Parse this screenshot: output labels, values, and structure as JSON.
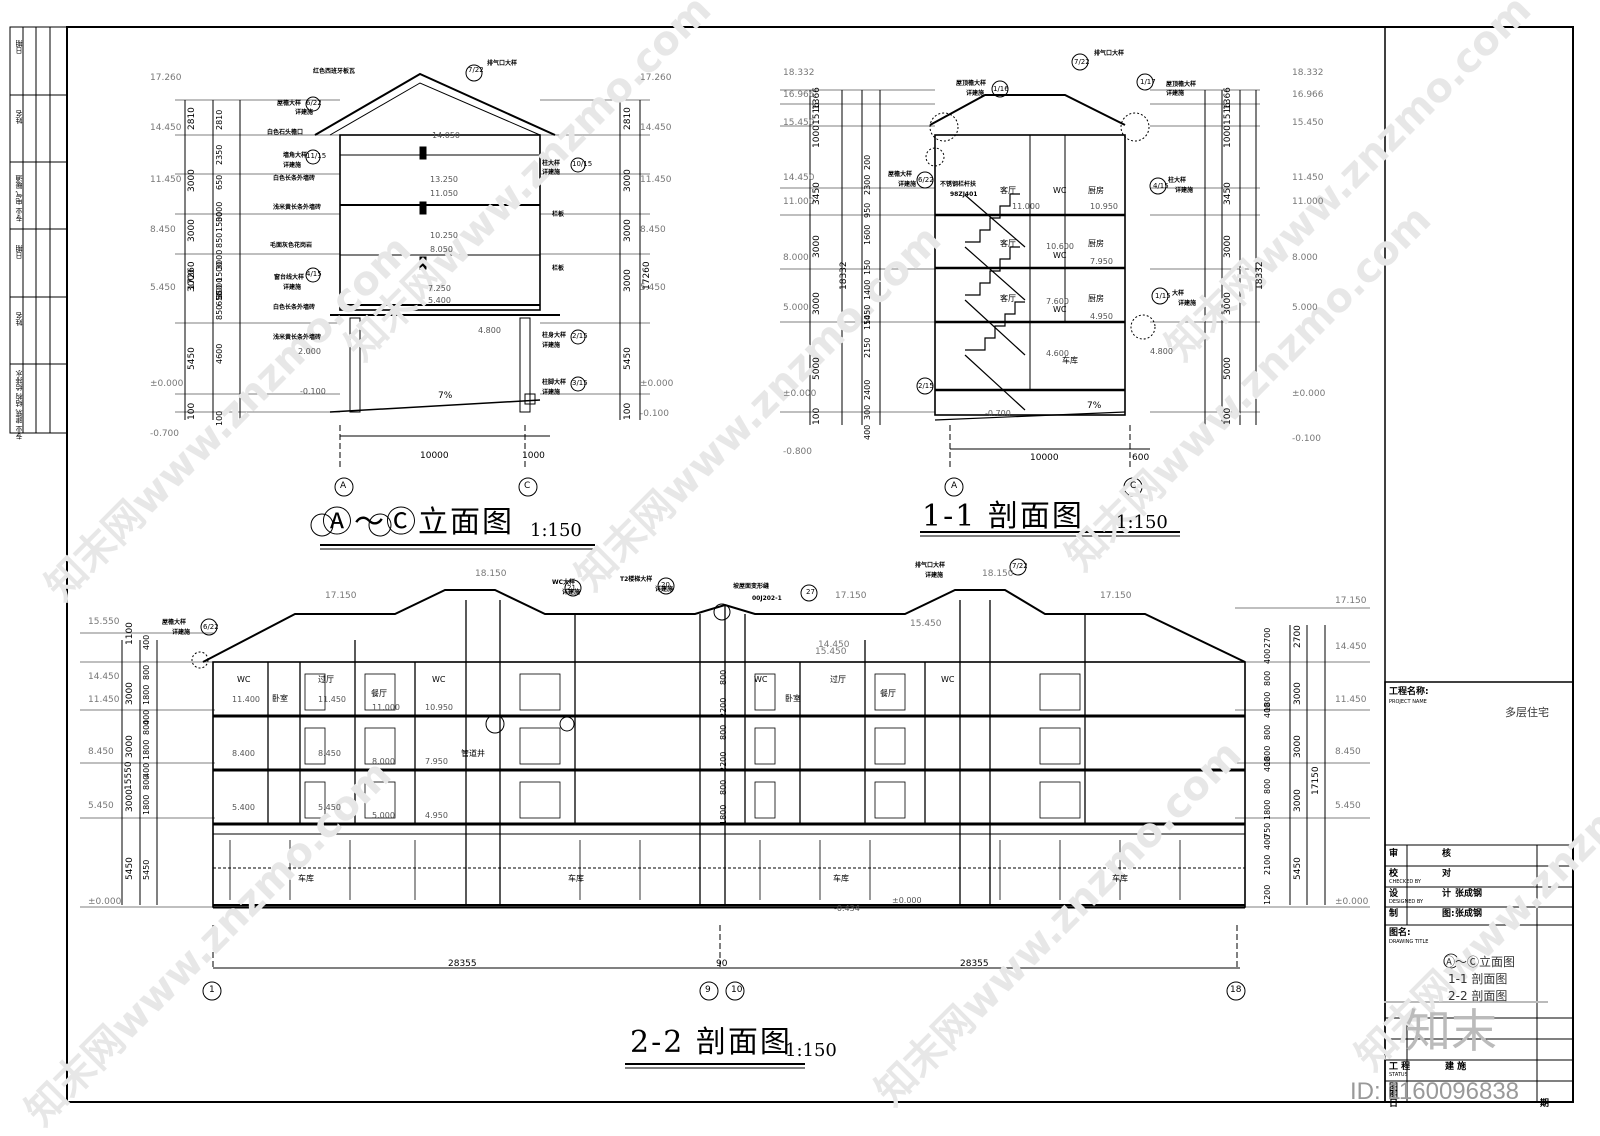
{
  "drawings": {
    "elevation_ac": {
      "title": "Ⓐ～Ⓒ立面图",
      "scale": "1:150"
    },
    "section_11": {
      "title": "1-1 剖面图",
      "scale": "1:150"
    },
    "section_22": {
      "title": "2-2 剖面图",
      "scale": "1:150"
    }
  },
  "elevation_ac_labels": {
    "levels_left": [
      "17.260",
      "14.450",
      "11.450",
      "8.450",
      "5.450",
      "±0.000",
      "-0.700"
    ],
    "levels_right": [
      "17.260",
      "14.450",
      "11.450",
      "8.450",
      "5.450",
      "±0.000",
      "-0.100"
    ],
    "dims_outer": [
      "2810",
      "3000",
      "3000",
      "3000",
      "5450",
      "100"
    ],
    "dims_inner": [
      "2810",
      "2350",
      "650",
      "3000",
      "1500",
      "850",
      "3000",
      "1500",
      "850",
      "3000",
      "650",
      "850",
      "4600",
      "100"
    ],
    "total": "17260",
    "bottom_dims": [
      "10000",
      "1000"
    ],
    "axes": [
      "A",
      "C"
    ],
    "notes": [
      "红色西班牙板瓦",
      "屋檐大样",
      "详建施",
      "白色石头檐口",
      "墙角大样",
      "详建施",
      "白色长条外墙砖",
      "浅米黄长条外墙砖",
      "毛面灰色花岗岩",
      "窗台线大样",
      "详建施",
      "白色长条外墙砖",
      "浅米黄长条外墙砖"
    ],
    "right_notes": [
      "排气口大样",
      "柱大样",
      "详建施",
      "栏板",
      "栏板",
      "柱身大样",
      "详建施",
      "柱脚大样",
      "详建施"
    ],
    "detail_refs": [
      "7/22",
      "6/22",
      "11/15",
      "4/15",
      "10/15",
      "2/15",
      "3/15"
    ],
    "inner_levels": [
      "14.050",
      "13.250",
      "11.050",
      "10.250",
      "8.050",
      "7.250",
      "5.400",
      "4.800",
      "2.000",
      "-0.100"
    ],
    "slope": "7%"
  },
  "section_11_labels": {
    "levels_left": [
      "18.332",
      "16.966",
      "15.450",
      "14.450",
      "11.000",
      "8.000",
      "5.000",
      "±0.000",
      "-0.800"
    ],
    "levels_right": [
      "18.332",
      "16.966",
      "15.450",
      "11.450",
      "11.000",
      "8.000",
      "5.000",
      "±0.000",
      "-0.100"
    ],
    "dims_outer": [
      "1366",
      "1516",
      "1000",
      "3450",
      "3000",
      "3000",
      "5000",
      "100"
    ],
    "dims_inner": [
      "200",
      "2300",
      "950",
      "1600",
      "150",
      "1400",
      "1450",
      "150",
      "2150",
      "2400",
      "300",
      "400"
    ],
    "total": "18332",
    "bottom_dims": [
      "10000",
      "600"
    ],
    "axes": [
      "A",
      "C"
    ],
    "rooms": [
      "客厅",
      "WC",
      "厨房",
      "客厅",
      "WC",
      "厨房",
      "客厅",
      "WC",
      "厨房",
      "车库"
    ],
    "room_levels": [
      "11.000",
      "10.950",
      "10.600",
      "7.950",
      "7.600",
      "4.950",
      "4.600",
      "4.800",
      "-0.700"
    ],
    "notes": [
      "屋顶檐大样",
      "详建施",
      "排气口大样",
      "屋顶檐大样",
      "详建施",
      "屋檐大样",
      "详建施",
      "不锈钢栏杆扶",
      "98ZJ401",
      "柱大样",
      "详建施",
      "大样",
      "详建施"
    ],
    "detail_refs": [
      "1/16",
      "7/22",
      "1/17",
      "6/22",
      "4/15",
      "1/15",
      "2/15"
    ],
    "slope": "7%"
  },
  "section_22_labels": {
    "levels_left": [
      "15.550",
      "14.450",
      "11.450",
      "8.450",
      "5.450",
      "±0.000"
    ],
    "levels_right": [
      "17.150",
      "14.450",
      "11.450",
      "8.450",
      "5.450",
      "±0.000"
    ],
    "roof_levels": [
      "18.150",
      "17.150",
      "18.150",
      "17.150",
      "15.450",
      "14.450",
      "15.450",
      "17.150"
    ],
    "dims_outer_left": [
      "1100",
      "3000",
      "3000",
      "3000",
      "5450"
    ],
    "dims_inner_left": [
      "400",
      "800",
      "1800",
      "400",
      "800",
      "1800",
      "400",
      "800",
      "1800",
      "5450"
    ],
    "total_left": "15550",
    "dims_outer_right": [
      "2700",
      "3000",
      "3000",
      "3000",
      "5450"
    ],
    "dims_inner_right": [
      "2700",
      "400",
      "800",
      "1800",
      "400",
      "800",
      "1800",
      "400",
      "800",
      "1800",
      "750",
      "400",
      "2100",
      "1200"
    ],
    "total_right": "17150",
    "mid_dims": [
      "800",
      "2200",
      "800",
      "2200",
      "800",
      "1800"
    ],
    "bottom_dims": [
      "28355",
      "90",
      "28355"
    ],
    "axes": [
      "1",
      "9",
      "10",
      "18"
    ],
    "rooms": [
      "WC",
      "卧室",
      "过厅",
      "餐厅",
      "WC",
      "管道井",
      "WC",
      "卧室",
      "过厅",
      "餐厅",
      "WC",
      "车库",
      "车库",
      "车库",
      "车库"
    ],
    "room_levels": [
      "11.400",
      "11.450",
      "11.000",
      "10.950",
      "8.400",
      "8.450",
      "8.000",
      "7.950",
      "5.400",
      "5.450",
      "5.000",
      "4.950",
      "-0.434",
      "±0.000"
    ],
    "notes": [
      "屋檐大样",
      "详建施",
      "WC大样",
      "详建施",
      "T2楼梯大样",
      "详建施",
      "坡屋面变形缝",
      "00J202-1",
      "排气口大样",
      "详建施"
    ],
    "detail_refs": [
      "6/22",
      "21",
      "20",
      "27",
      "7/22"
    ]
  },
  "title_block": {
    "project_label": "工程名称:",
    "project_label_en": "PROJECT NAME",
    "project_name": "多层住宅",
    "rows": [
      {
        "cn": "审",
        "cn2": "核",
        "en": "",
        "person": ""
      },
      {
        "cn": "校",
        "cn2": "对",
        "en": "CHECKED BY",
        "person": ""
      },
      {
        "cn": "设",
        "cn2": "计",
        "en": "DESIGNED BY",
        "person": "张成钢"
      },
      {
        "cn": "制",
        "cn2": "图:",
        "en": "",
        "person": "张成钢"
      }
    ],
    "drawing_title_label": "图名:",
    "drawing_title_label_en": "DRAWING TITLE",
    "sheet_titles": [
      "Ⓐ～Ⓒ立面图",
      "1-1 剖面图",
      "2-2 剖面图"
    ],
    "bottom_rows": [
      {
        "cn": "工 程",
        "en": "STATUS",
        "value": "建 施"
      },
      {
        "cn": "图",
        "en": "",
        "value": ""
      },
      {
        "cn": "图",
        "en": "",
        "value": ""
      },
      {
        "cn": "日",
        "en": "",
        "value": "期"
      }
    ]
  },
  "revision_block": {
    "rows": [
      "日期",
      "姓名",
      "专业 电气 暖通",
      "日期",
      "姓名",
      "专业 建筑 结构 给排水"
    ]
  },
  "watermark": {
    "text": "知末网www.znzmo.com",
    "logo": "知末",
    "id": "ID: 1160096838"
  }
}
